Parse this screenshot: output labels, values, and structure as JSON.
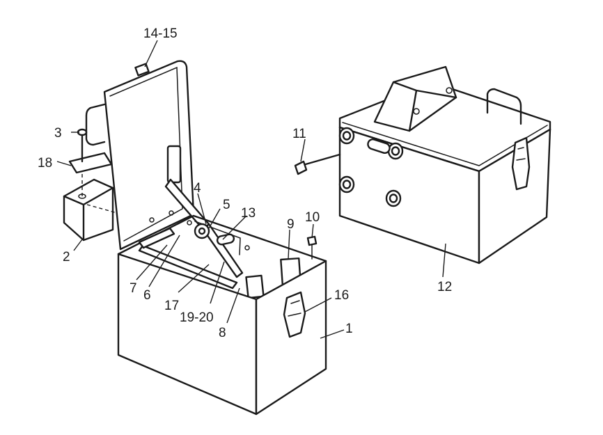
{
  "callouts": {
    "c1": "1",
    "c2": "2",
    "c3": "3",
    "c4": "4",
    "c5": "5",
    "c6": "6",
    "c7": "7",
    "c8": "8",
    "c9": "9",
    "c10": "10",
    "c11": "11",
    "c12": "12",
    "c13": "13",
    "c14_15": "14-15",
    "c16": "16",
    "c17": "17",
    "c18": "18",
    "c19_20": "19-20"
  }
}
